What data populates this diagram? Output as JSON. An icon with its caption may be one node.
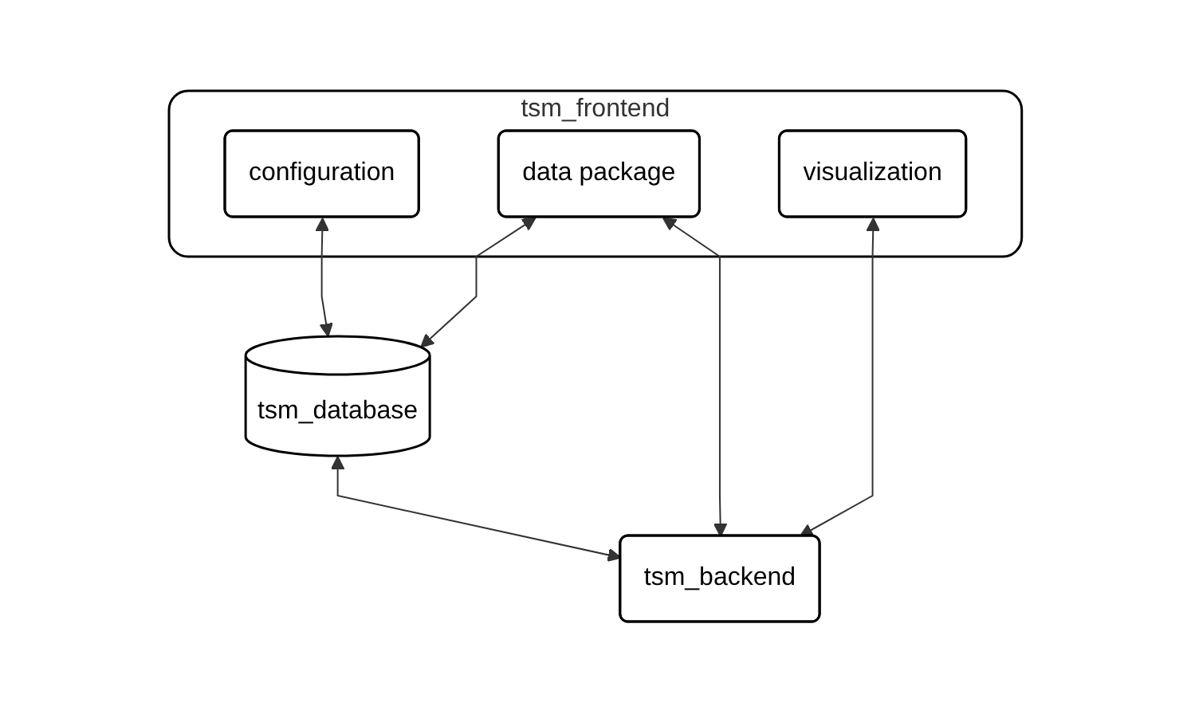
{
  "diagram": {
    "nodes": [
      {
        "text": [
          "tsm_frontend"
        ]
      },
      {
        "text": [
          "configuration"
        ],
        "in": 0
      },
      {
        "text": [
          "data package"
        ],
        "in": 0
      },
      {
        "text": [
          "visualization"
        ],
        "in": 0
      },
      {
        "text": [
          "tsm_database"
        ]
      },
      {
        "text": [
          "tsm_backend"
        ]
      }
    ],
    "edges": [
      {
        "from": 1,
        "to": 4,
        "arrow": "both"
      },
      {
        "from": 2,
        "to": 4,
        "arrow": "both"
      },
      {
        "from": 2,
        "to": 5,
        "arrow": "both"
      },
      {
        "from": 3,
        "to": 5,
        "arrow": "both"
      },
      {
        "from": 4,
        "to": 5,
        "arrow": "both"
      }
    ]
  }
}
